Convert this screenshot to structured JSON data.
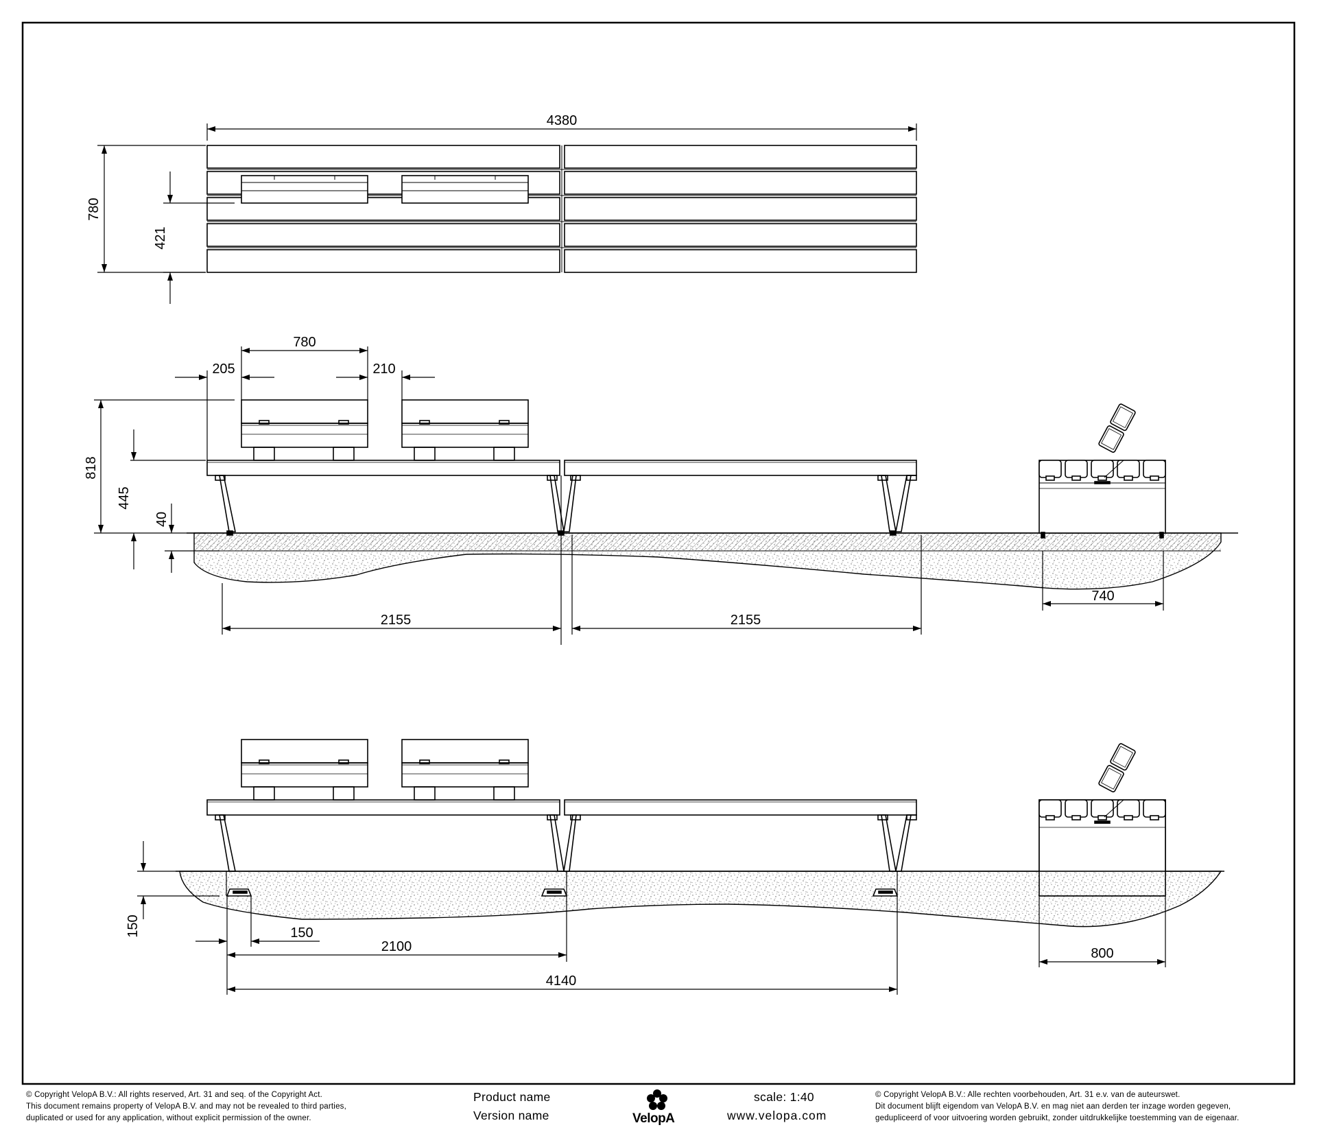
{
  "dimensions": {
    "top": {
      "overall_length": "4380",
      "overall_width": "780",
      "bench_offset": "421"
    },
    "side": {
      "bench_length": "780",
      "left_offset": "205",
      "gap": "210",
      "overall_height": "818",
      "seat_height": "445",
      "base_height": "40",
      "span_left": "2155",
      "span_right": "2155",
      "end_width": "740"
    },
    "front": {
      "depth": "150",
      "foot_width": "150",
      "span_half": "2100",
      "span_total": "4140",
      "end_width": "800"
    }
  },
  "footer": {
    "copyright_en": [
      "©  Copyright VelopA B.V.: All rights reserved, Art. 31 and seq. of the Copyright Act.",
      "This document remains property of VelopA B.V. and may not be revealed to third parties,",
      "duplicated or used for any application, without explicit permission of the owner."
    ],
    "product_name": "Product name",
    "version_name": "Version name",
    "logo_text": "VelopA",
    "scale": "scale: 1:40",
    "website": "www.velopa.com",
    "copyright_nl": [
      "©  Copyright VelopA B.V.: Alle rechten voorbehouden, Art. 31 e.v. van de auteurswet.",
      "Dit document blijft eigendom van VelopA B.V. en mag niet aan derden ter inzage worden gegeven,",
      "gedupliceerd of voor uitvoering worden gebruikt, zonder uitdrukkelijke toestemming van de eigenaar."
    ]
  }
}
